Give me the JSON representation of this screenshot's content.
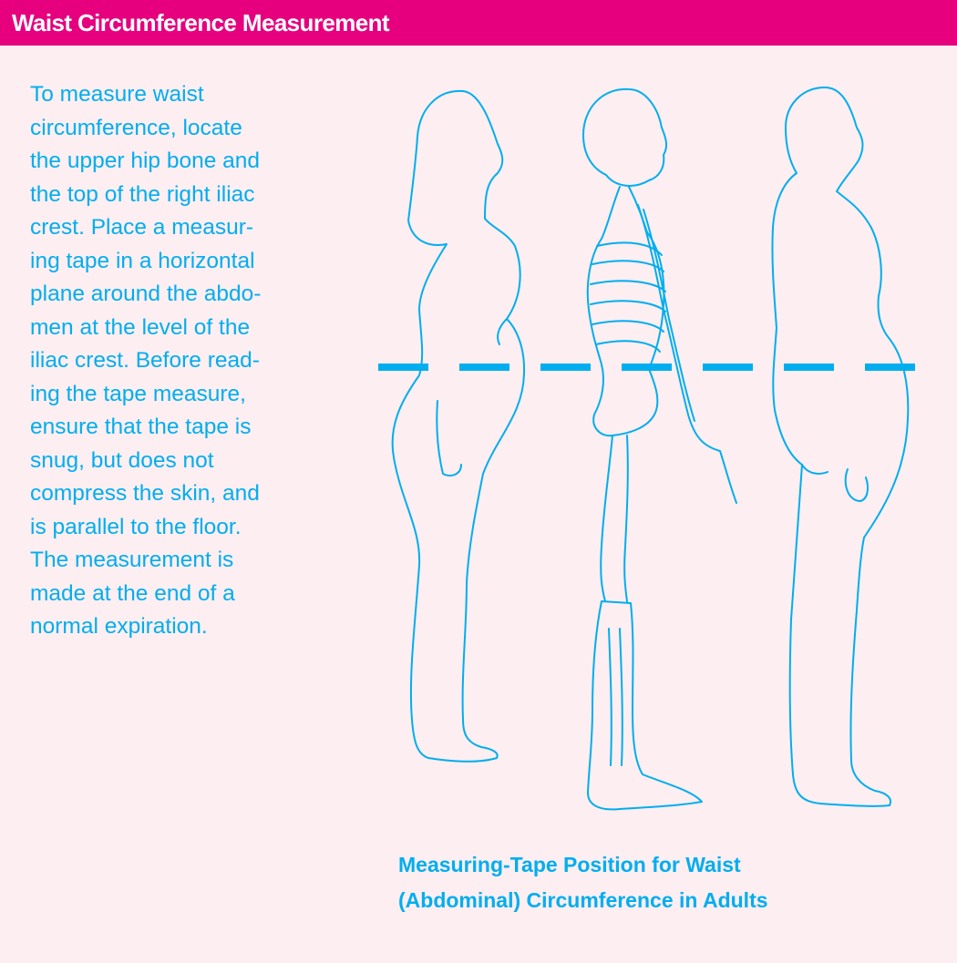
{
  "header": {
    "title": "Waist Circumference Measurement"
  },
  "body_lines": [
    "To measure waist",
    "circumference, locate",
    "the upper hip bone and",
    "the top of the right iliac",
    "crest. Place a measur-",
    "ing tape in a horizontal",
    "plane around the abdo-",
    "men at the level of the",
    "iliac crest. Before read-",
    "ing the tape measure,",
    "ensure that the tape is",
    "snug, but does not",
    "compress the skin, and",
    "is parallel to the floor.",
    "The measurement is",
    "made at the end of a",
    "normal expiration."
  ],
  "caption": {
    "line1": "Measuring-Tape Position for Waist",
    "line2": "(Abdominal) Circumference in Adults"
  },
  "colors": {
    "header_bg": "#e6007e",
    "page_bg": "#fdeef1",
    "accent": "#00aeef"
  }
}
